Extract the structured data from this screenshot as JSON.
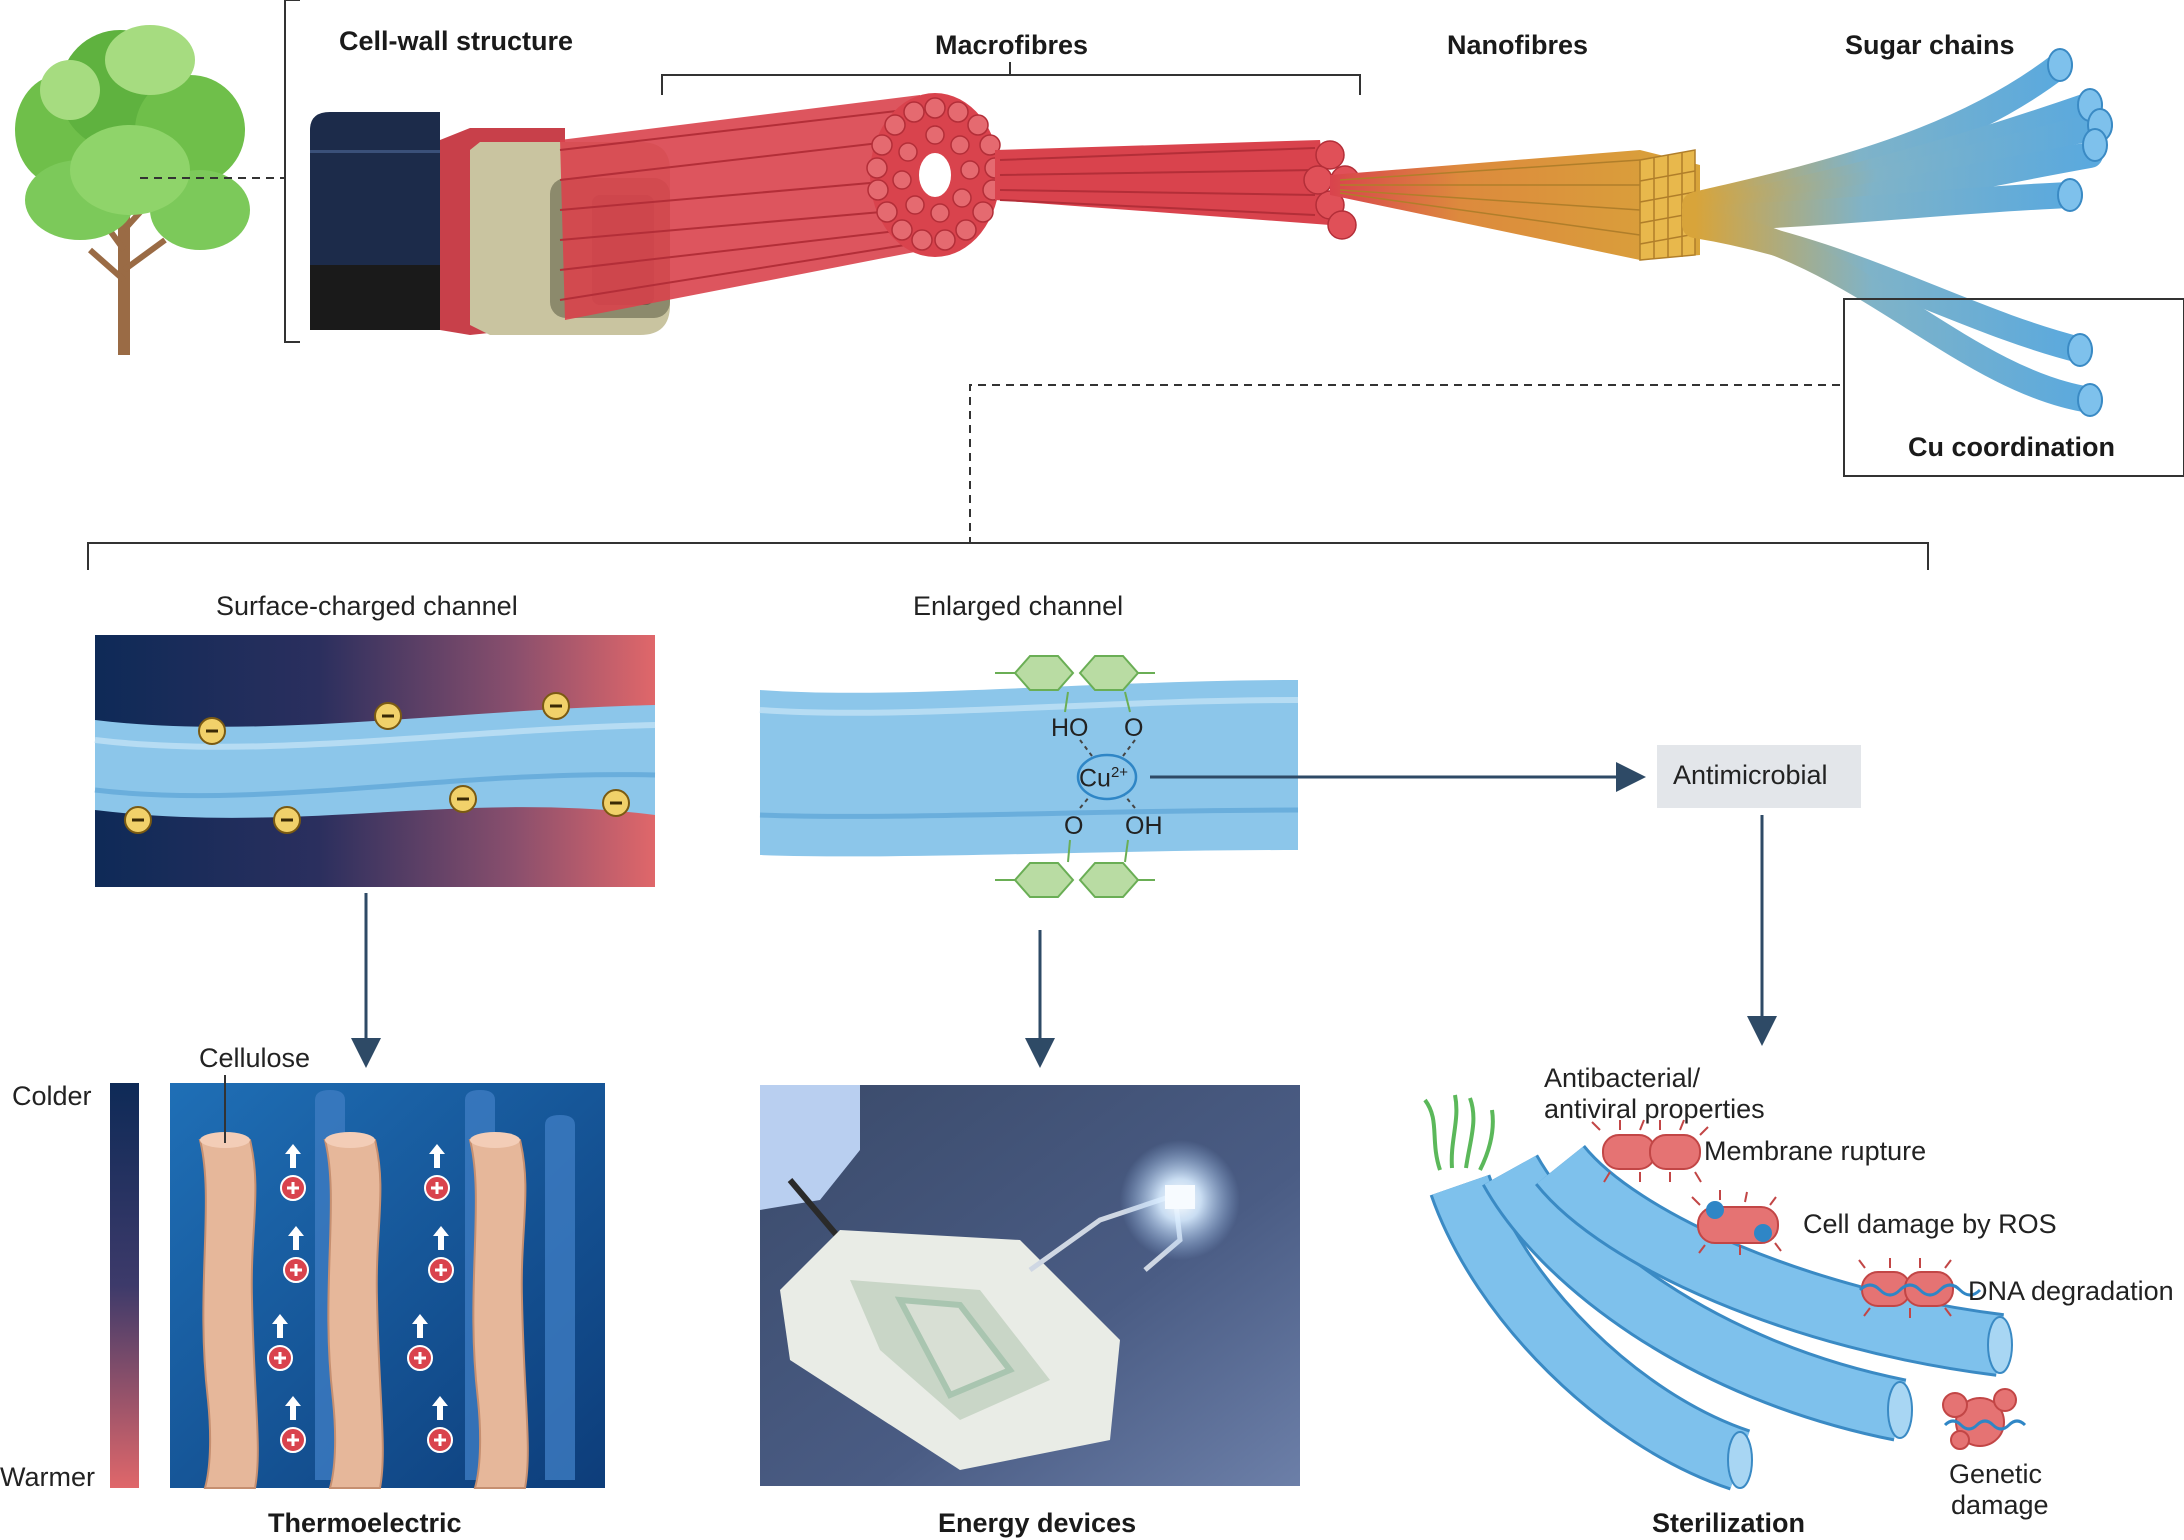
{
  "top": {
    "cell_wall_label": "Cell-wall structure",
    "macrofibres_label": "Macrofibres",
    "nanofibres_label": "Nanofibres",
    "sugar_chains_label": "Sugar chains",
    "cu_coordination_label": "Cu coordination"
  },
  "panels": {
    "surface_channel_label": "Surface-charged channel",
    "enlarged_channel_label": "Enlarged channel",
    "cu_ion_label": "Cu",
    "cu_charge_label": "2+",
    "ho_top_label": "HO",
    "o_top_label": "O",
    "o_bottom_label": "O",
    "oh_bottom_label": "OH",
    "antimicrobial_label": "Antimicrobial"
  },
  "thermo": {
    "cellulose_label": "Cellulose",
    "colder_label": "Colder",
    "warmer_label": "Warmer",
    "title": "Thermoelectric"
  },
  "energy": {
    "title": "Energy devices"
  },
  "steril": {
    "props_line1": "Antibacterial/",
    "props_line2": "antiviral properties",
    "membrane_label": "Membrane rupture",
    "ros_label": "Cell damage by ROS",
    "dna_label": "DNA degradation",
    "genetic_line1": "Genetic",
    "genetic_line2": "damage",
    "title": "Sterilization"
  },
  "colors": {
    "navy": "#0e2a57",
    "salmon": "#e0676a",
    "fibre_red": "#d9434d",
    "chain_blue": "#5aa9de",
    "nano_gold": "#d8a43a",
    "channel_blue": "#8cc6ea",
    "hex_green": "#b9dca3",
    "arrow": "#2e4a66"
  }
}
